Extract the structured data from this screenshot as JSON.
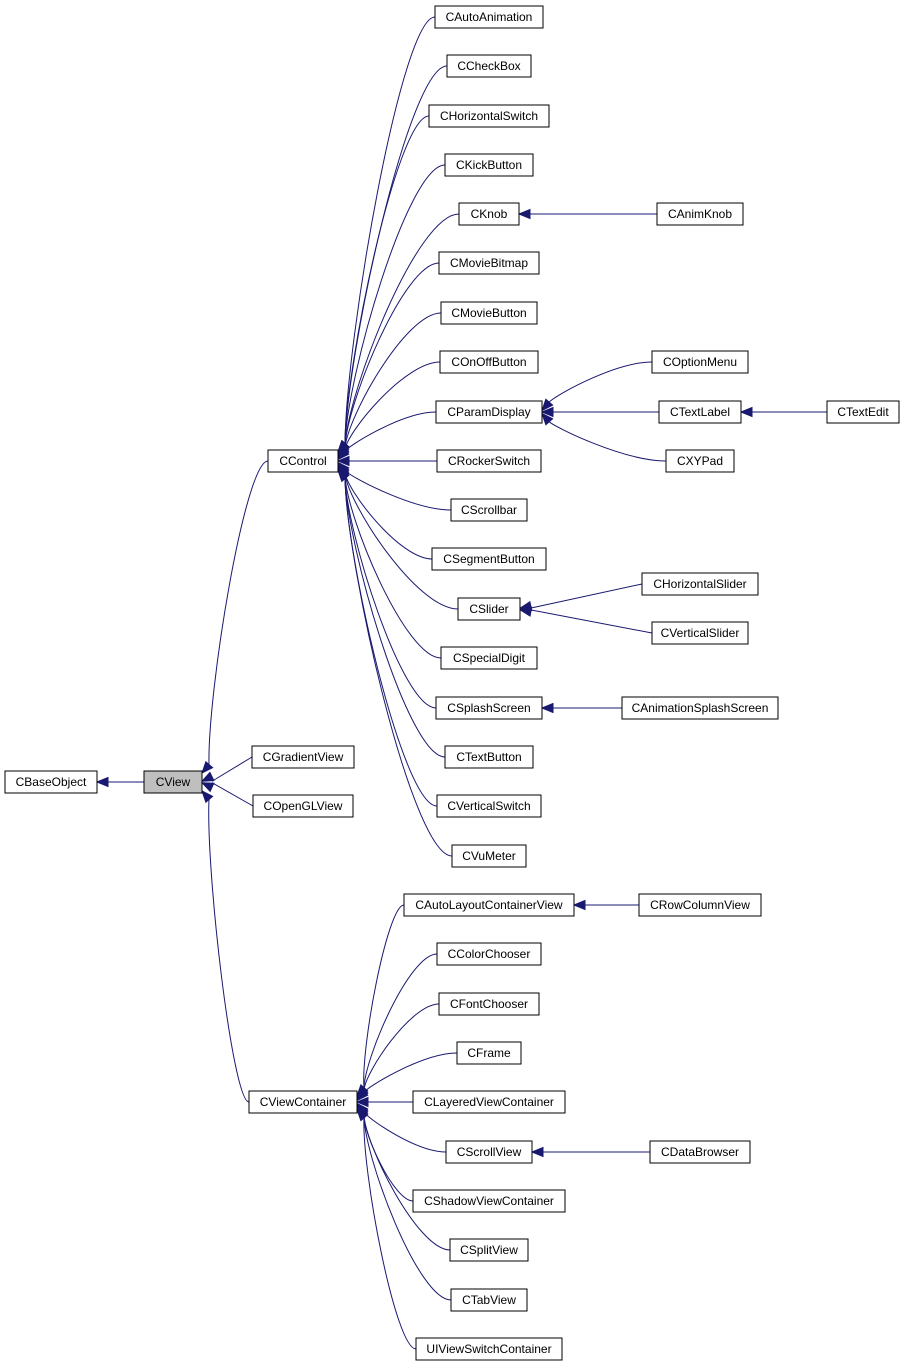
{
  "colors": {
    "edge": "#191970",
    "highlight": "#bfbfbf",
    "node_border": "#000000"
  },
  "nodes": [
    {
      "id": "CBaseObject",
      "label": "CBaseObject"
    },
    {
      "id": "CView",
      "label": "CView",
      "highlight": true
    },
    {
      "id": "CControl",
      "label": "CControl"
    },
    {
      "id": "CGradientView",
      "label": "CGradientView"
    },
    {
      "id": "COpenGLView",
      "label": "COpenGLView"
    },
    {
      "id": "CViewContainer",
      "label": "CViewContainer"
    },
    {
      "id": "CAutoAnimation",
      "label": "CAutoAnimation"
    },
    {
      "id": "CCheckBox",
      "label": "CCheckBox"
    },
    {
      "id": "CHorizontalSwitch",
      "label": "CHorizontalSwitch"
    },
    {
      "id": "CKickButton",
      "label": "CKickButton"
    },
    {
      "id": "CKnob",
      "label": "CKnob"
    },
    {
      "id": "CAnimKnob",
      "label": "CAnimKnob"
    },
    {
      "id": "CMovieBitmap",
      "label": "CMovieBitmap"
    },
    {
      "id": "CMovieButton",
      "label": "CMovieButton"
    },
    {
      "id": "COnOffButton",
      "label": "COnOffButton"
    },
    {
      "id": "COptionMenu",
      "label": "COptionMenu"
    },
    {
      "id": "CParamDisplay",
      "label": "CParamDisplay"
    },
    {
      "id": "CTextLabel",
      "label": "CTextLabel"
    },
    {
      "id": "CTextEdit",
      "label": "CTextEdit"
    },
    {
      "id": "CRockerSwitch",
      "label": "CRockerSwitch"
    },
    {
      "id": "CXYPad",
      "label": "CXYPad"
    },
    {
      "id": "CScrollbar",
      "label": "CScrollbar"
    },
    {
      "id": "CSegmentButton",
      "label": "CSegmentButton"
    },
    {
      "id": "CHorizontalSlider",
      "label": "CHorizontalSlider"
    },
    {
      "id": "CSlider",
      "label": "CSlider"
    },
    {
      "id": "CVerticalSlider",
      "label": "CVerticalSlider"
    },
    {
      "id": "CSpecialDigit",
      "label": "CSpecialDigit"
    },
    {
      "id": "CSplashScreen",
      "label": "CSplashScreen"
    },
    {
      "id": "CAnimationSplashScreen",
      "label": "CAnimationSplashScreen"
    },
    {
      "id": "CTextButton",
      "label": "CTextButton"
    },
    {
      "id": "CVerticalSwitch",
      "label": "CVerticalSwitch"
    },
    {
      "id": "CVuMeter",
      "label": "CVuMeter"
    },
    {
      "id": "CAutoLayoutContainerView",
      "label": "CAutoLayoutContainerView"
    },
    {
      "id": "CRowColumnView",
      "label": "CRowColumnView"
    },
    {
      "id": "CColorChooser",
      "label": "CColorChooser"
    },
    {
      "id": "CFontChooser",
      "label": "CFontChooser"
    },
    {
      "id": "CFrame",
      "label": "CFrame"
    },
    {
      "id": "CLayeredViewContainer",
      "label": "CLayeredViewContainer"
    },
    {
      "id": "CScrollView",
      "label": "CScrollView"
    },
    {
      "id": "CDataBrowser",
      "label": "CDataBrowser"
    },
    {
      "id": "CShadowViewContainer",
      "label": "CShadowViewContainer"
    },
    {
      "id": "CSplitView",
      "label": "CSplitView"
    },
    {
      "id": "CTabView",
      "label": "CTabView"
    },
    {
      "id": "UIViewSwitchContainer",
      "label": "UIViewSwitchContainer"
    }
  ],
  "edges": [
    {
      "from": "CView",
      "to": "CBaseObject"
    },
    {
      "from": "CControl",
      "to": "CView"
    },
    {
      "from": "CGradientView",
      "to": "CView"
    },
    {
      "from": "COpenGLView",
      "to": "CView"
    },
    {
      "from": "CViewContainer",
      "to": "CView"
    },
    {
      "from": "CAutoAnimation",
      "to": "CControl"
    },
    {
      "from": "CCheckBox",
      "to": "CControl"
    },
    {
      "from": "CHorizontalSwitch",
      "to": "CControl"
    },
    {
      "from": "CKickButton",
      "to": "CControl"
    },
    {
      "from": "CKnob",
      "to": "CControl"
    },
    {
      "from": "CMovieBitmap",
      "to": "CControl"
    },
    {
      "from": "CMovieButton",
      "to": "CControl"
    },
    {
      "from": "COnOffButton",
      "to": "CControl"
    },
    {
      "from": "CParamDisplay",
      "to": "CControl"
    },
    {
      "from": "CRockerSwitch",
      "to": "CControl"
    },
    {
      "from": "CScrollbar",
      "to": "CControl"
    },
    {
      "from": "CSegmentButton",
      "to": "CControl"
    },
    {
      "from": "CSlider",
      "to": "CControl"
    },
    {
      "from": "CSpecialDigit",
      "to": "CControl"
    },
    {
      "from": "CSplashScreen",
      "to": "CControl"
    },
    {
      "from": "CTextButton",
      "to": "CControl"
    },
    {
      "from": "CVerticalSwitch",
      "to": "CControl"
    },
    {
      "from": "CVuMeter",
      "to": "CControl"
    },
    {
      "from": "CAnimKnob",
      "to": "CKnob"
    },
    {
      "from": "COptionMenu",
      "to": "CParamDisplay"
    },
    {
      "from": "CTextLabel",
      "to": "CParamDisplay"
    },
    {
      "from": "CXYPad",
      "to": "CParamDisplay"
    },
    {
      "from": "CTextEdit",
      "to": "CTextLabel"
    },
    {
      "from": "CHorizontalSlider",
      "to": "CSlider"
    },
    {
      "from": "CVerticalSlider",
      "to": "CSlider"
    },
    {
      "from": "CAnimationSplashScreen",
      "to": "CSplashScreen"
    },
    {
      "from": "CAutoLayoutContainerView",
      "to": "CViewContainer"
    },
    {
      "from": "CColorChooser",
      "to": "CViewContainer"
    },
    {
      "from": "CFontChooser",
      "to": "CViewContainer"
    },
    {
      "from": "CFrame",
      "to": "CViewContainer"
    },
    {
      "from": "CLayeredViewContainer",
      "to": "CViewContainer"
    },
    {
      "from": "CScrollView",
      "to": "CViewContainer"
    },
    {
      "from": "CShadowViewContainer",
      "to": "CViewContainer"
    },
    {
      "from": "CSplitView",
      "to": "CViewContainer"
    },
    {
      "from": "CTabView",
      "to": "CViewContainer"
    },
    {
      "from": "UIViewSwitchContainer",
      "to": "CViewContainer"
    },
    {
      "from": "CRowColumnView",
      "to": "CAutoLayoutContainerView"
    },
    {
      "from": "CDataBrowser",
      "to": "CScrollView"
    }
  ]
}
